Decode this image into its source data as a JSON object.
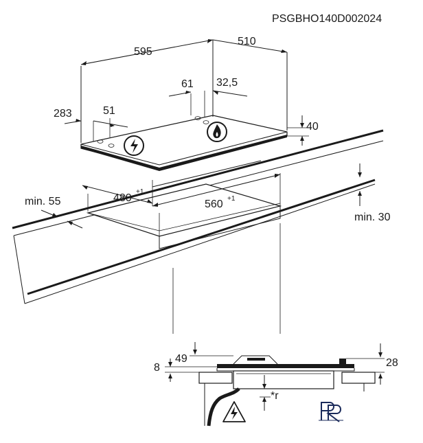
{
  "document_code": "PSGBHO140D002024",
  "hob_dimensions": {
    "width": "595",
    "depth": "510",
    "height": "40",
    "left_offset": "283",
    "left_inner": "51",
    "rear_a": "61",
    "rear_b": "32,5"
  },
  "cutout_dimensions": {
    "depth": "480",
    "depth_tol": "+1",
    "width": "560",
    "width_tol": "+1",
    "min_left": "min. 55",
    "min_rear": "min. 30"
  },
  "section_dimensions": {
    "left_a": "8",
    "left_b": "49",
    "right": "28",
    "radius": "*r"
  },
  "icons": [
    "electric-hazard-icon",
    "gas-flame-icon",
    "logo-pr"
  ],
  "logo_text": "PR"
}
